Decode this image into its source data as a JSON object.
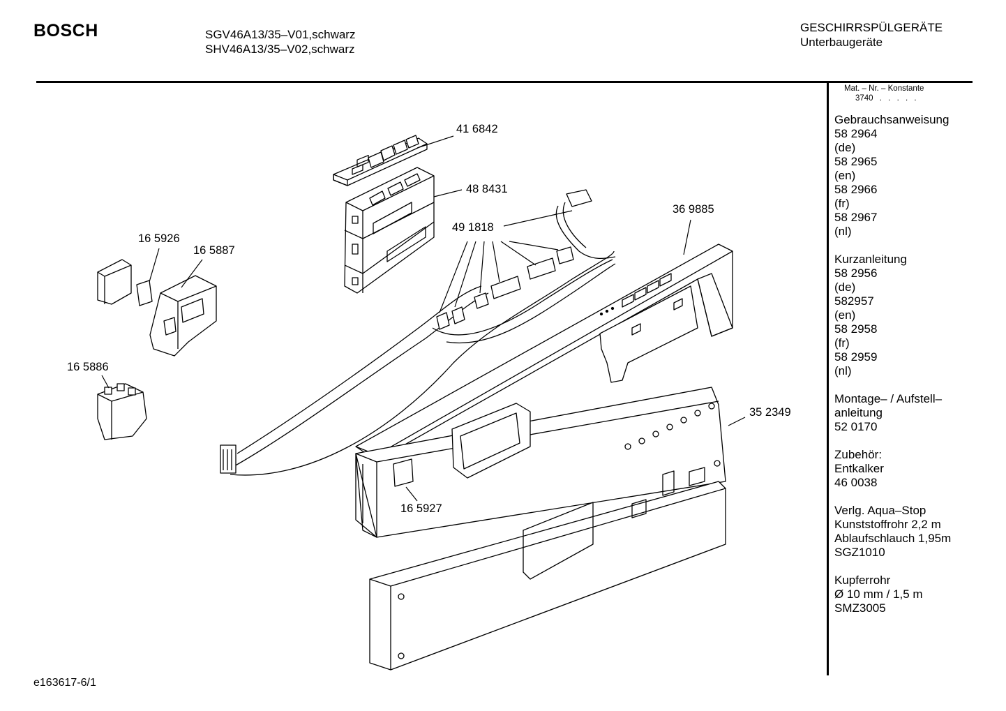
{
  "header": {
    "brand": "BOSCH",
    "models": [
      "SGV46A13/35–V01,schwarz",
      "SHV46A13/35–V02,schwarz"
    ],
    "category_title": "GESCHIRRSPÜLGERÄTE",
    "category_subtitle": "Unterbaugeräte"
  },
  "sidebar": {
    "matnr_heading": "Mat. – Nr. – Konstante",
    "matnr_value": "3740",
    "matnr_dots": ". . . . .",
    "groups": [
      {
        "lines": [
          "Gebrauchsanweisung",
          "58 2964",
          "(de)",
          "58 2965",
          "(en)",
          "58 2966",
          "(fr)",
          "58 2967",
          "(nl)"
        ]
      },
      {
        "lines": [
          "Kurzanleitung",
          "58 2956",
          "(de)",
          "582957",
          "(en)",
          "58 2958",
          "(fr)",
          "58 2959",
          "(nl)"
        ]
      },
      {
        "lines": [
          "Montage– / Aufstell–",
          "anleitung",
          "52 0170"
        ]
      },
      {
        "lines": [
          "Zubehör:",
          "Entkalker",
          "46 0038"
        ]
      },
      {
        "lines": [
          "Verlg. Aqua–Stop",
          "Kunststoffrohr 2,2 m",
          "Ablaufschlauch 1,95m",
          "SGZ1010"
        ]
      },
      {
        "lines": [
          "Kupferrohr",
          "Ø 10 mm / 1,5 m",
          "SMZ3005"
        ]
      }
    ]
  },
  "parts": [
    {
      "id": "part-416842",
      "number": "41 6842"
    },
    {
      "id": "part-488431",
      "number": "48 8431"
    },
    {
      "id": "part-491818",
      "number": "49 1818"
    },
    {
      "id": "part-369885",
      "number": "36 9885"
    },
    {
      "id": "part-165926",
      "number": "16 5926"
    },
    {
      "id": "part-165887",
      "number": "16 5887"
    },
    {
      "id": "part-165886",
      "number": "16 5886"
    },
    {
      "id": "part-352349",
      "number": "35 2349"
    },
    {
      "id": "part-165927",
      "number": "16 5927"
    }
  ],
  "footer": {
    "drawing_id": "e163617-6/1"
  }
}
